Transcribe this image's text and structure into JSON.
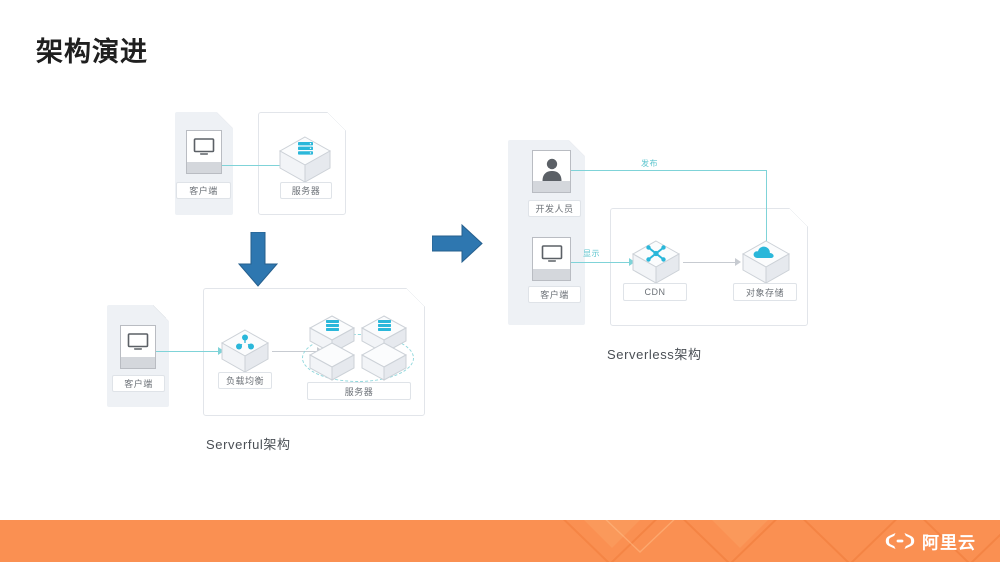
{
  "slide": {
    "title": "架构演进",
    "background": "#ffffff"
  },
  "colors": {
    "title_text": "#1f1f1f",
    "accent_cyan": "#7fd3d8",
    "icon_cyan": "#29b6d8",
    "big_arrow_blue": "#2e77b0",
    "panel_border": "#e2e5ea",
    "grey_strip": "#eef1f5",
    "banner_orange": "#fa9052",
    "chip_text": "#6d7278",
    "caption_text": "#4a4f55"
  },
  "diagrams": {
    "legacy": {
      "nodes": [
        {
          "id": "client",
          "label": "客户端",
          "icon": "monitor-icon"
        },
        {
          "id": "server",
          "label": "服务器",
          "icon": "server-cube-icon"
        }
      ],
      "edges": [
        {
          "from": "client",
          "to": "server",
          "label": ""
        }
      ]
    },
    "serverful": {
      "caption": "Serverful架构",
      "nodes": [
        {
          "id": "client",
          "label": "客户端",
          "icon": "monitor-icon"
        },
        {
          "id": "load_balancer",
          "label": "负载均衡",
          "icon": "load-balancer-cube-icon"
        },
        {
          "id": "servers",
          "label": "服务器",
          "icon": "server-cluster-icon"
        }
      ],
      "edges": [
        {
          "from": "client",
          "to": "load_balancer",
          "label": ""
        },
        {
          "from": "load_balancer",
          "to": "servers",
          "label": ""
        }
      ]
    },
    "serverless": {
      "caption": "Serverless架构",
      "nodes": [
        {
          "id": "developer",
          "label": "开发人员",
          "icon": "person-icon"
        },
        {
          "id": "client",
          "label": "客户端",
          "icon": "monitor-icon"
        },
        {
          "id": "cdn",
          "label": "CDN",
          "icon": "cdn-cube-icon"
        },
        {
          "id": "object_storage",
          "label": "对象存储",
          "icon": "cloud-cube-icon"
        }
      ],
      "edges": [
        {
          "from": "developer",
          "to": "object_storage",
          "label": "发布"
        },
        {
          "from": "client",
          "to": "cdn",
          "label": "显示"
        },
        {
          "from": "cdn",
          "to": "object_storage",
          "label": ""
        }
      ]
    }
  },
  "transitions": [
    {
      "id": "legacy-to-serverful",
      "direction": "down",
      "icon": "arrow-down-icon"
    },
    {
      "id": "serverful-to-serverless",
      "direction": "right",
      "icon": "arrow-right-icon"
    }
  ],
  "footer": {
    "brand": "阿里云",
    "logo_mark": "alibaba-cloud-mark-icon"
  }
}
